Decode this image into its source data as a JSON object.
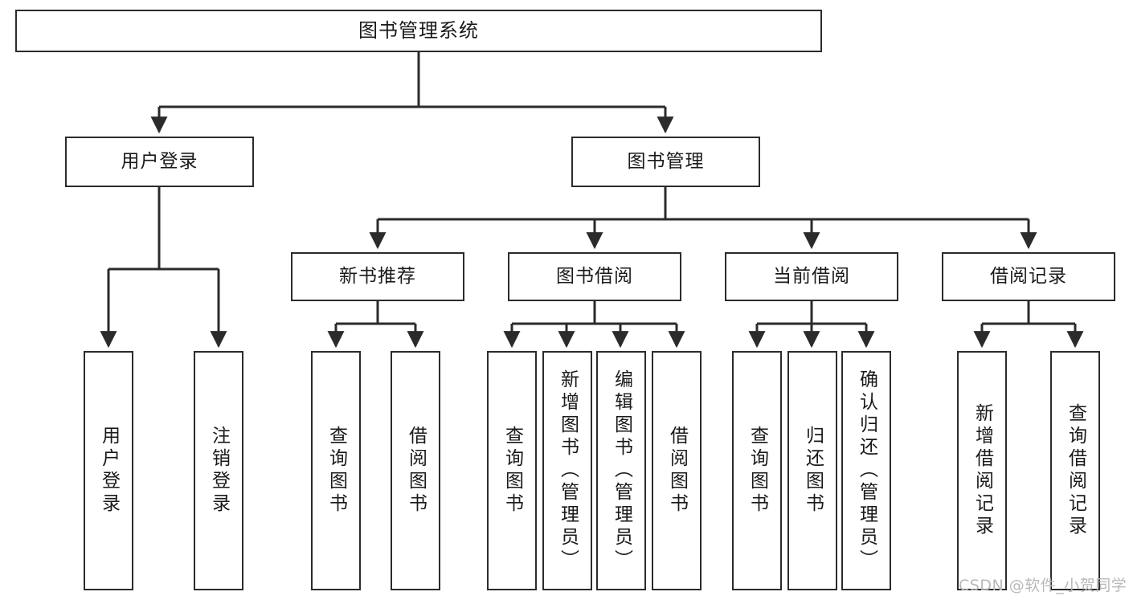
{
  "diagram": {
    "title": "图书管理系统",
    "type": "hierarchy-tree",
    "orientation": "top-down",
    "levels": 4,
    "colors": {
      "box_border": "#2b2b2b",
      "box_fill": "#ffffff",
      "connector": "#2b2b2b",
      "text": "#1a1a1a",
      "watermark": "#b9b9b9",
      "background": "#ffffff"
    },
    "root": {
      "label": "图书管理系统"
    },
    "level2": [
      {
        "id": "user-login",
        "label": "用户登录"
      },
      {
        "id": "book-manage",
        "label": "图书管理"
      }
    ],
    "level3": [
      {
        "id": "new-book-recommend",
        "label": "新书推荐",
        "parent": "book-manage"
      },
      {
        "id": "book-borrow",
        "label": "图书借阅",
        "parent": "book-manage"
      },
      {
        "id": "current-borrow",
        "label": "当前借阅",
        "parent": "book-manage"
      },
      {
        "id": "borrow-record",
        "label": "借阅记录",
        "parent": "book-manage"
      }
    ],
    "leaves": {
      "user-login": [
        {
          "id": "leaf-user-login",
          "label": "用户登录"
        },
        {
          "id": "leaf-user-logout",
          "label": "注销登录"
        }
      ],
      "new-book-recommend": [
        {
          "id": "leaf-query-book-1",
          "label": "查询图书"
        },
        {
          "id": "leaf-borrow-book-1",
          "label": "借阅图书"
        }
      ],
      "book-borrow": [
        {
          "id": "leaf-query-book-2",
          "label": "查询图书"
        },
        {
          "id": "leaf-add-book",
          "label": "新增图书（管理员）"
        },
        {
          "id": "leaf-edit-book",
          "label": "编辑图书（管理员）"
        },
        {
          "id": "leaf-borrow-book-2",
          "label": "借阅图书"
        }
      ],
      "current-borrow": [
        {
          "id": "leaf-query-book-3",
          "label": "查询图书"
        },
        {
          "id": "leaf-return-book",
          "label": "归还图书"
        },
        {
          "id": "leaf-confirm-return",
          "label": "确认归还（管理员）"
        }
      ],
      "borrow-record": [
        {
          "id": "leaf-add-record",
          "label": "新增借阅记录"
        },
        {
          "id": "leaf-query-record",
          "label": "查询借阅记录"
        }
      ]
    }
  },
  "watermark": {
    "text": "CSDN @软件_小贺同学"
  }
}
